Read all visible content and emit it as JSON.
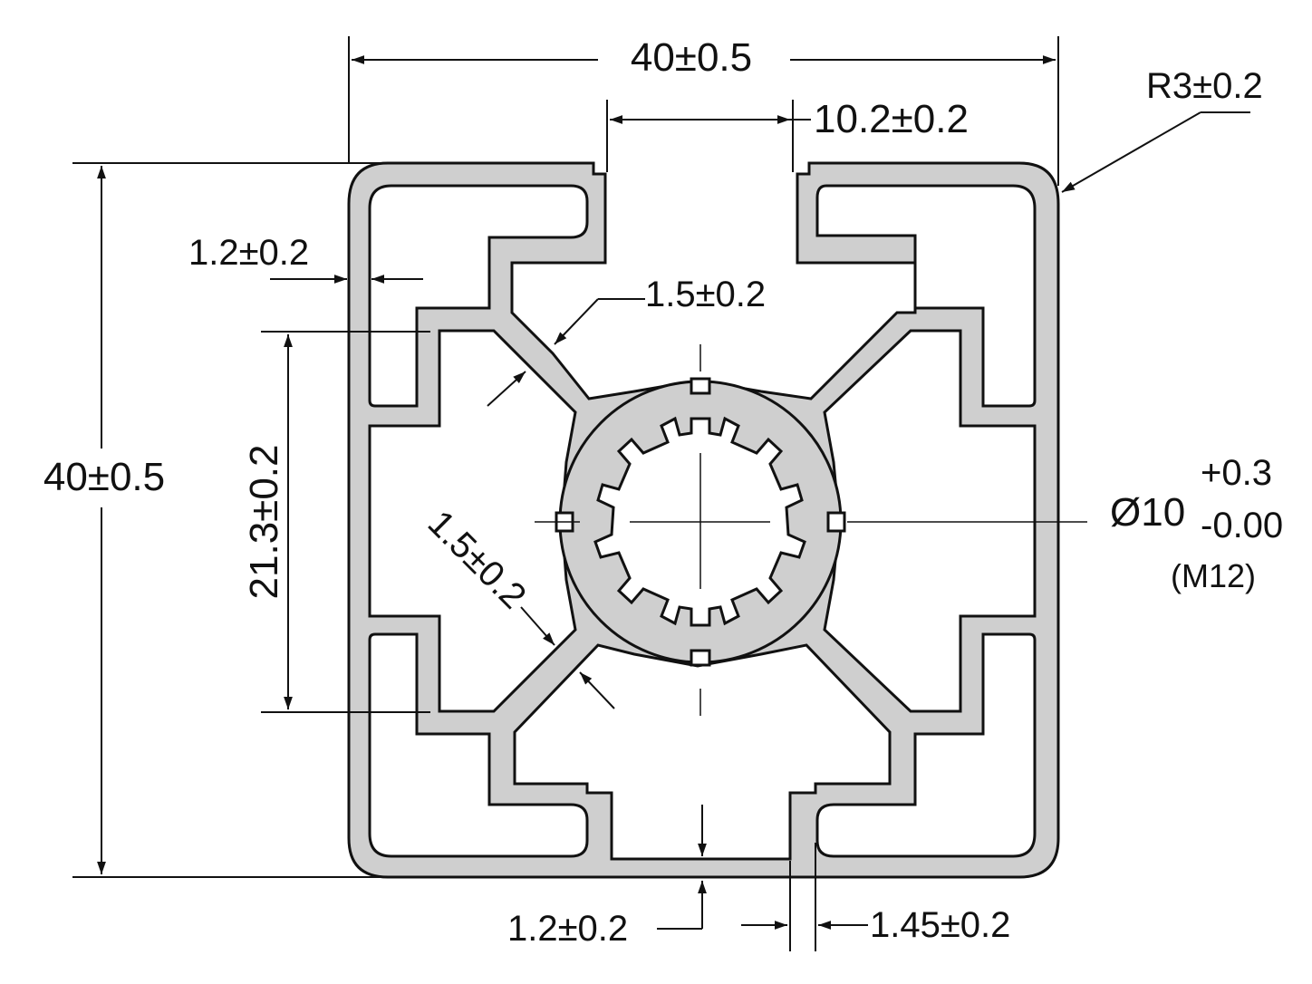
{
  "colors": {
    "profile_fill": "#cfcfcf",
    "stroke": "#111111",
    "background": "#ffffff"
  },
  "dimensions": {
    "width_overall": "40±0.5",
    "height_overall": "40±0.5",
    "slot_opening": "10.2±0.2",
    "corner_radius": "R3±0.2",
    "wall_left": "1.2±0.2",
    "web_diagonal_upper": "1.5±0.2",
    "inner_height": "21.3±0.2",
    "web_diagonal_lower": "1.5±0.2",
    "center_bore": "Ø10",
    "bore_tol_upper": "+0.3",
    "bore_tol_lower": "-0.00",
    "thread_note": "(M12)",
    "wall_bottom": "1.2±0.2",
    "slot_wall": "1.45±0.2"
  }
}
